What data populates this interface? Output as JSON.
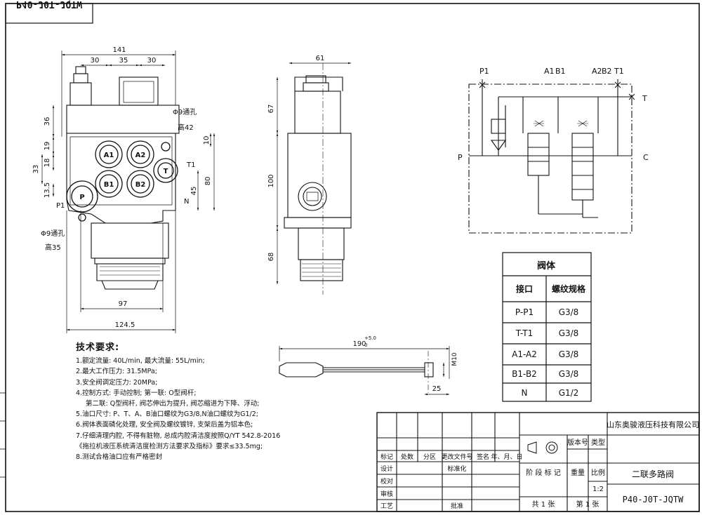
{
  "drawing_code_mirrored": "P40-J0T-JQTW",
  "front_view": {
    "dims": {
      "overall_width": "141",
      "d30a": "30",
      "d35": "35",
      "d30b": "30",
      "h36": "36",
      "h19": "19",
      "h18": "18",
      "h33": "33",
      "h13_5": "13.5",
      "h10": "10",
      "h45": "45",
      "h80": "80",
      "w97": "97",
      "w124_5": "124.5"
    },
    "ports": {
      "a1": "A1",
      "a2": "A2",
      "b1": "B1",
      "b2": "B2",
      "t": "T",
      "p": "P"
    },
    "labels": {
      "t1": "T1",
      "p1": "P1",
      "n": "N"
    },
    "hole_top": {
      "dia": "Φ9通孔",
      "height": "高42"
    },
    "hole_bottom": {
      "dia": "Φ9通孔",
      "height": "高35"
    }
  },
  "side_view": {
    "dims": {
      "w61": "61",
      "h67": "67",
      "h100": "100",
      "h68": "68"
    }
  },
  "handle_view": {
    "dims": {
      "length": "190",
      "tol": "+5.0",
      "tol0": "0",
      "m10": "M10",
      "d25": "25"
    }
  },
  "schematic": {
    "labels": {
      "p1": "P1",
      "a1": "A1",
      "b1": "B1",
      "a2": "A2",
      "b2": "B2",
      "t1": "T1",
      "t": "T",
      "p": "P",
      "c": "C"
    }
  },
  "port_table": {
    "title": "阀体",
    "headers": [
      "接口",
      "螺纹规格"
    ],
    "rows": [
      [
        "P-P1",
        "G3/8"
      ],
      [
        "T-T1",
        "G3/8"
      ],
      [
        "A1-A2",
        "G3/8"
      ],
      [
        "B1-B2",
        "G3/8"
      ],
      [
        "N",
        "G1/2"
      ]
    ]
  },
  "tech_requirements": {
    "title": "技术要求:",
    "items": [
      "1.额定流量: 40L/min, 最大流量: 55L/min;",
      "2.最大工作压力: 31.5MPa;",
      "3.安全阀调定压力: 20MPa;",
      "4.控制方式: 手动控制; 第一联: O型阀杆;",
      "第二联: Q型阀杆, 阀芯伸出为提升, 阀芯缩进为下降、浮动;",
      "5.油口尺寸: P、T、A、B油口螺纹为G3/8,N油口螺纹为G1/2;",
      "6.阀体表面磷化处理, 安全阀及螺纹镀锌, 支架后盖为铝本色;",
      "7.仔细清理内腔, 不得有脏物, 总成内腔清洁度按照Q/YT  542.8-2016",
      "《拖拉机液压系统清洁度检测方法要求及指标》要求≤33.5mg;",
      "8.测试合格油口应有严格密封"
    ]
  },
  "title_block": {
    "company": "山东奥骏液压科技有限公司",
    "product_name": "二联多路阀",
    "drawing_no": "P40-J0T-JQTW",
    "version_label": "版本号",
    "type_label": "类型",
    "revision_headers": [
      "标记",
      "处数",
      "分区",
      "更改文件号",
      "签名",
      "年、月、日"
    ],
    "row_labels": [
      "设计",
      "校对",
      "审核",
      "工艺"
    ],
    "standardization": "标准化",
    "approval": "批准",
    "stage_mark": "阶 段 标 记",
    "weight": "重量",
    "scale_label": "比例",
    "scale": "1:2",
    "sheets_total": "共  1  张",
    "sheet_no": "第  1  张"
  }
}
